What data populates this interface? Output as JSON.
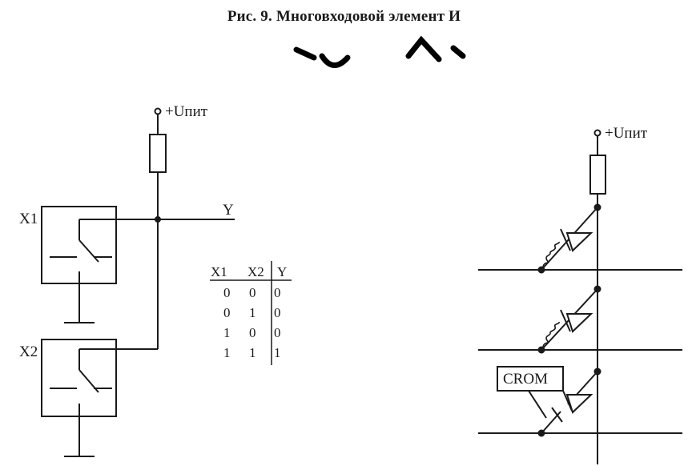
{
  "title": "Рис. 9. Многовходовой элемент И",
  "left_circuit": {
    "supply_label": "+Uпит",
    "output_label": "Y",
    "switch1_label": "X1",
    "switch2_label": "X2"
  },
  "truth_table": {
    "headers": [
      "X1",
      "X2",
      "Y"
    ],
    "rows": [
      [
        "0",
        "0",
        "0"
      ],
      [
        "0",
        "1",
        "0"
      ],
      [
        "1",
        "0",
        "0"
      ],
      [
        "1",
        "1",
        "1"
      ]
    ]
  },
  "right_circuit": {
    "supply_label": "+Uпит",
    "crom_label": "CROM"
  }
}
